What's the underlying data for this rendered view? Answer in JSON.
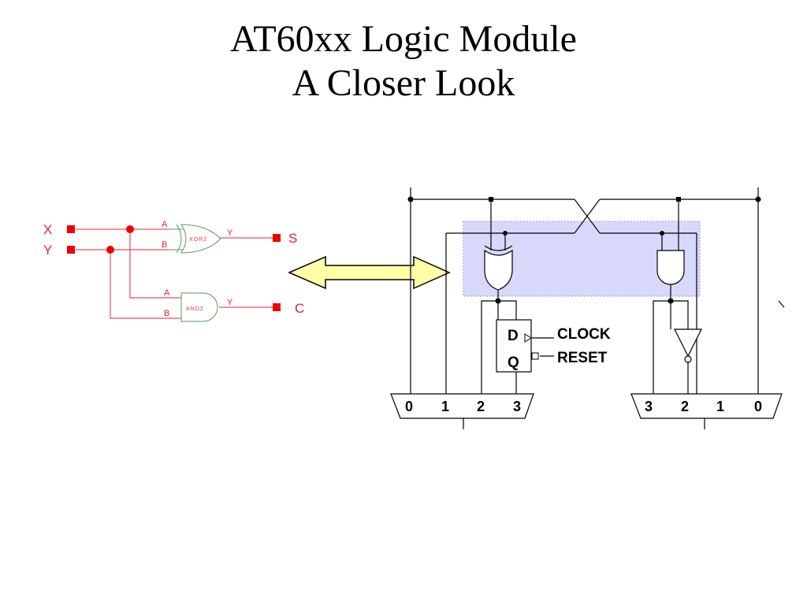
{
  "title": {
    "line1": "AT60xx Logic Module",
    "line2": "A Closer Look"
  },
  "half_adder": {
    "inputs": [
      "X",
      "Y"
    ],
    "outputs": [
      "S",
      "C"
    ],
    "xor_gate": {
      "name": "XOR2",
      "in_a": "A",
      "in_b": "B",
      "out": "Y"
    },
    "and_gate": {
      "name": "AND2",
      "in_a": "A",
      "in_b": "B",
      "out": "Y"
    }
  },
  "logic_module": {
    "flipflop": {
      "d_label": "D",
      "q_label": "Q"
    },
    "clock_label": "CLOCK",
    "reset_label": "RESET",
    "left_mux_inputs": [
      "0",
      "1",
      "2",
      "3"
    ],
    "right_mux_inputs": [
      "3",
      "2",
      "1",
      "0"
    ]
  },
  "colors": {
    "schematic_red": "#e22222",
    "gate_green": "#5a9a5a",
    "highlight_fill": "#d8d8fa",
    "arrow_fill": "#ffffa8"
  }
}
